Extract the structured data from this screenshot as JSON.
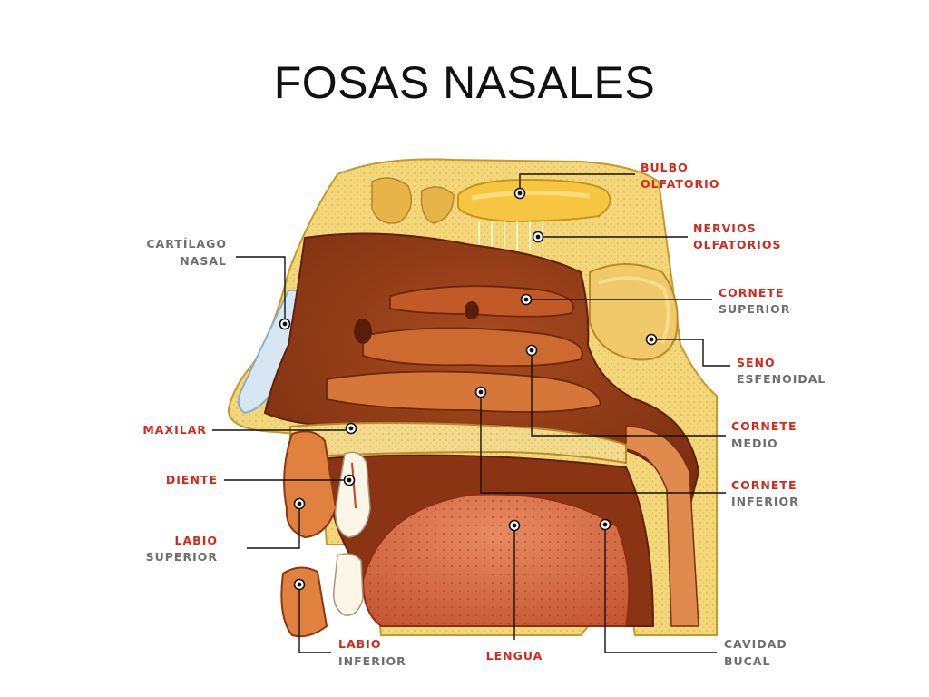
{
  "page": {
    "title": "FOSAS NASALES"
  },
  "colors": {
    "label_red": "#d42a1e",
    "label_gray": "#6e6e6e",
    "leader": "#111111"
  },
  "labels": [
    {
      "key": "bulbo",
      "line1": "BULBO",
      "line2": "OLFATORIO"
    },
    {
      "key": "nervios",
      "line1": "NERVIOS",
      "line2": "OLFATORIOS"
    },
    {
      "key": "cartilago",
      "line1": "CARTÍLAGO",
      "line2": "NASAL"
    },
    {
      "key": "cornete_sup",
      "line1": "CORNETE",
      "line2": "SUPERIOR"
    },
    {
      "key": "seno",
      "line1": "SENO",
      "line2": "ESFENOIDAL"
    },
    {
      "key": "maxilar",
      "line1": "MAXILAR",
      "line2": ""
    },
    {
      "key": "cornete_med",
      "line1": "CORNETE",
      "line2": "MEDIO"
    },
    {
      "key": "diente",
      "line1": "DIENTE",
      "line2": ""
    },
    {
      "key": "cornete_inf",
      "line1": "CORNETE",
      "line2": "INFERIOR"
    },
    {
      "key": "labio_sup",
      "line1": "LABIO",
      "line2": "SUPERIOR"
    },
    {
      "key": "labio_inf",
      "line1": "LABIO",
      "line2": "INFERIOR"
    },
    {
      "key": "lengua",
      "line1": "LENGUA",
      "line2": ""
    },
    {
      "key": "cavidad",
      "line1": "CAVIDAD",
      "line2": "BUCAL"
    }
  ]
}
